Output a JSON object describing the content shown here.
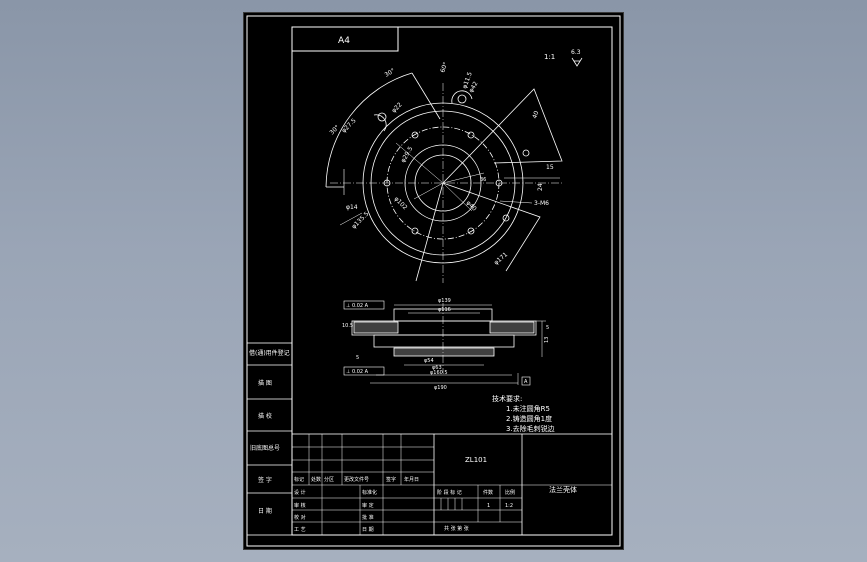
{
  "sheet": {
    "format_box": "A4",
    "scale_note": "1:1",
    "roughness": "6.3",
    "drawing_code": "ZL101",
    "part_name": "法兰壳体"
  },
  "dimensions": {
    "plan": [
      "30°",
      "30°",
      "60°",
      "φ11.5",
      "φ22",
      "φ27.5",
      "φ42",
      "40",
      "36",
      "24",
      "15",
      "φ29.5",
      "φ102",
      "3-M6",
      "φ40",
      "φ135.5",
      "φ171",
      "φ14"
    ],
    "section": [
      "φ139",
      "φ116",
      "φ54",
      "φ63",
      "φ160.5",
      "φ190",
      "13",
      "5",
      "10.5",
      "5"
    ],
    "tolerance_frames": [
      "⊥ 0.02 A",
      "⊥ 0.02 A"
    ],
    "datum": "A"
  },
  "notes": {
    "title": "技术要求:",
    "items": [
      "1.未注圆角R5",
      "2.铸造圆角1度",
      "3.去除毛刺锐边"
    ]
  },
  "left_strip": [
    "借(通)用件登记",
    "描 图",
    "描 校",
    "旧底图总号",
    "签 字",
    "日 期"
  ],
  "title_block": {
    "revision_headers": [
      "标记",
      "处数",
      "分区",
      "更改文件号",
      "签字",
      "年月日"
    ],
    "person_rows": [
      [
        "设 计",
        "标准化"
      ],
      [
        "审 核",
        "审 定"
      ],
      [
        "校 对",
        "批 准"
      ],
      [
        "工 艺",
        "日 期"
      ]
    ],
    "stage_headers": [
      "阶 段 标 记",
      "件数",
      "比例"
    ],
    "quantity": "1",
    "ratio": "1:2",
    "sheets": "共 张 第 张"
  }
}
